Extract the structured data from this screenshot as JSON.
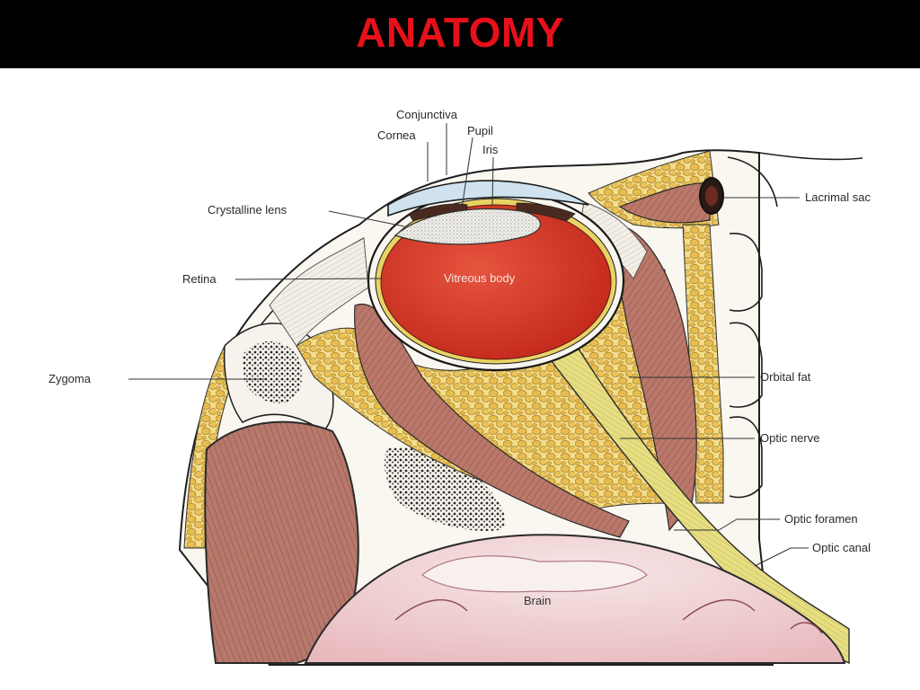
{
  "title": "ANATOMY",
  "labels": {
    "conjunctiva": "Conjunctiva",
    "cornea": "Cornea",
    "pupil": "Pupil",
    "iris": "Iris",
    "crystalline_lens": "Crystalline lens",
    "retina": "Retina",
    "zygoma": "Zygoma",
    "vitreous_body": "Vitreous body",
    "lacrimal_sac": "Lacrimal sac",
    "orbital_fat": "Orbital fat",
    "optic_nerve": "Optic nerve",
    "optic_foramen": "Optic foramen",
    "optic_canal": "Optic canal",
    "brain": "Brain"
  },
  "colors": {
    "title_bar": "#000000",
    "title_text": "#e8101a",
    "vitreous": "#d83a2a",
    "fat": "#e7c15a",
    "muscle": "#b97a6c",
    "nerve": "#e6dc7a",
    "brain": "#f2d6d8"
  }
}
